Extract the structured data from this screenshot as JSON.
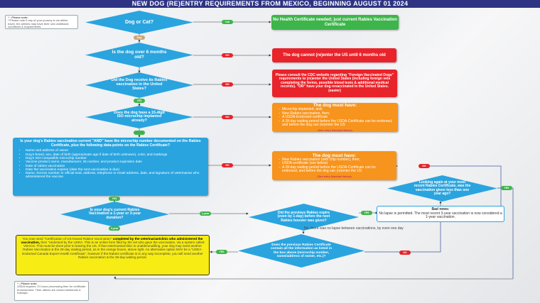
{
  "title": "NEW DOG (RE)ENTRY REQUIREMENTS FROM MEXICO, BEGINNING AUGUST 01 2024",
  "top_note": {
    "heading": "* - Please note:",
    "text": "**Please note if any of your journey is via airline travel, the airlines may have their own additional conditions & requirements."
  },
  "bottom_note": {
    "heading": "* - Please note:",
    "text": "USDA requires 72-hours processing time for certificate endorsement. Their offices are closed weekends & holidays."
  },
  "questions": {
    "q1": "Dog or Cat?",
    "q2": "Is the dog over 6 months old?",
    "q3": "Did the Dog receive its Rabies vaccination in the United States?",
    "q4": "Does the dog have a 15-digit ISO microchip implanted already?",
    "q5": "Is your dog's current Rabies Vaccination a 1-year or 3-year duration?",
    "q6": "Did the previous Rabies expire (even by 1-day) before the next Rabies booster was given?",
    "q7": "Looking again at your most recent Rabies Certificate, was the vaccination given less than one year ago?",
    "q8": "Does the previous Rabies Certificate contain all the information as listed in the box above (microchip number, name/address of owner, etc.)?"
  },
  "labels": {
    "cat": "Cat",
    "dog": "Dog",
    "no": "NO",
    "yes": "YES",
    "one_year": "1-year",
    "three_year": "3-year"
  },
  "results": {
    "cat": "No Health Certificate needed; just current Rabies Vaccination Certificate",
    "under6": "The dog cannot (re)enter the US until 6 months old",
    "foreign": "Please consult the CDC website regarding \"Foreign-Vaccinated Dogs\" requirements to (re)enter the United States (including foreign vets completing the forms, possible blood tests & additional medical records). \"OR\" have your dog revaccinated in the United States. (easier)",
    "orange1": {
      "heading": "The dog must have:",
      "items": [
        "Microchip implanted, and;",
        "New Rabies vaccination, then;",
        "A USDA-Endorsed certificate",
        "A 28-day waiting period before the USDA-Certificate can be endorsed, and before the dog can (re)enter the US"
      ],
      "link": "(See entry flowchart below)"
    },
    "orange2": {
      "heading": "The dog must have:",
      "items": [
        "New Rabies vaccination (with chip number), then;",
        "USDA-certificate (see below)",
        "A 28-day waiting period before the USDA-Certificate can be endorsed, and before the dog can (re)enter the US"
      ],
      "link": "(See entry flowchart below)"
    }
  },
  "checklist": {
    "question": "Is your dog's Rabies vaccination current \"AND\" have the microchip number documented on the Rabies Certificate, plus the following data-points on the Rabies Certificate?",
    "items": [
      "Name and address of owner",
      "Dog's breed, sex, date of birth (approximate age if date of birth unknown), color, and markings",
      "Dog's ISO-compatible microchip number",
      "Vaccine product name, manufacturer, lot number, and product expiration date",
      "Date of rabies vaccination",
      "Date the vaccination expires (date the next vaccination is due)",
      "Name, license number or official seal, address, telephone or email address, date, and signature of veterinarian who administered the vaccine"
    ]
  },
  "bad_news": {
    "heading": "Bad news:",
    "text": "No lapse is permitted. The most recent 3-year vaccination is now considered a 1-year vaccination."
  },
  "no_lapse": "No, there was no lapse between vaccinations, by even one day",
  "yellow": {
    "part1": "You now need \"Certification of US-Issued Rabies Vaccination\"",
    "bold": "completed by the veterinarian/clinic who administered the vaccination,",
    "part2": "then \"endorsed by the USDA. This is an online form filed by the vet who gave the vaccination, via a system called VEHCS. This must be done prior to leaving the US. If that veterinarian/clinic is unable/unwilling, your dog may need another Rabies Vaccination & the 28-day waiting period, as in the orange boxes, above right. An alternative option MAY be a \"USDA-Endorsed Canada Export Health Certificate\", however if the Rabies certificate is in any way incomplete, you will need another Rabies vaccination & the 28-day waiting period."
  }
}
